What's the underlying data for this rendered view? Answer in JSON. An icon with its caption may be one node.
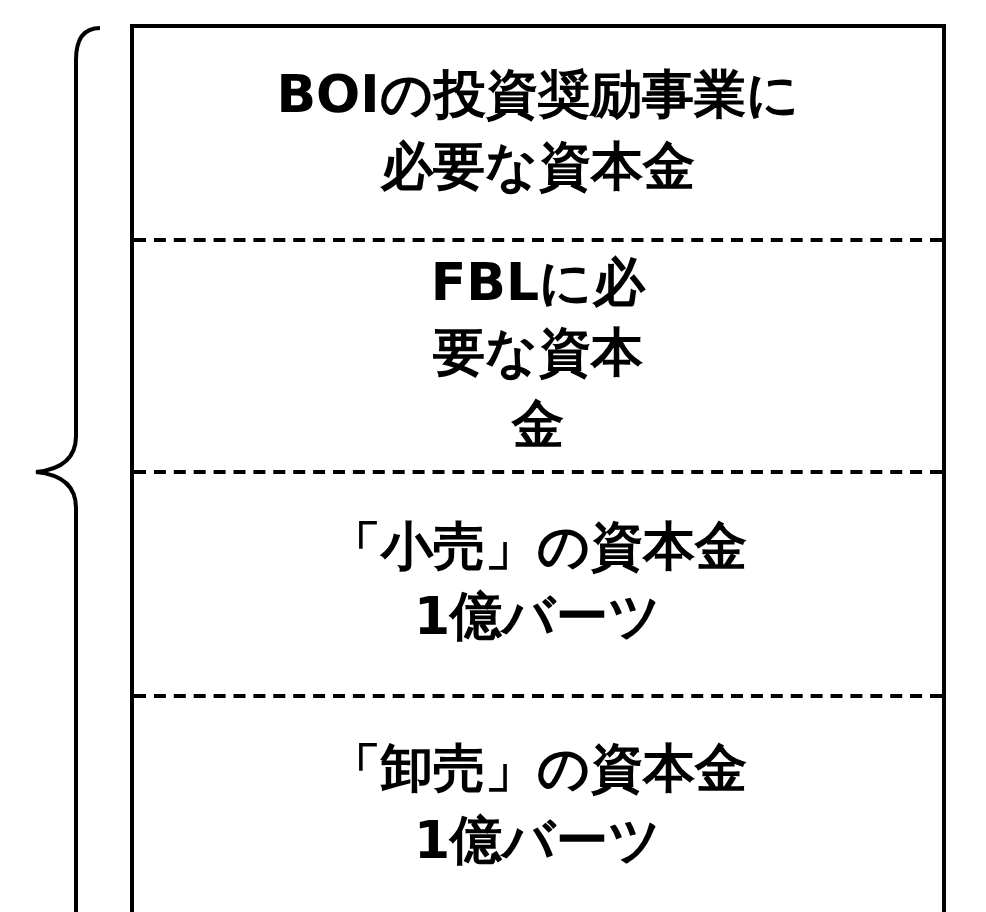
{
  "diagram": {
    "nodes": [
      {
        "text": [
          "BOIの投資奨励事業に必要な資本金"
        ]
      },
      {
        "text": [
          "FBLに必要な資本金"
        ]
      },
      {
        "text": [
          "「小売」の資本金1億バーツ"
        ]
      },
      {
        "text": [
          "「卸売」の資本金1億バーツ"
        ]
      }
    ]
  }
}
